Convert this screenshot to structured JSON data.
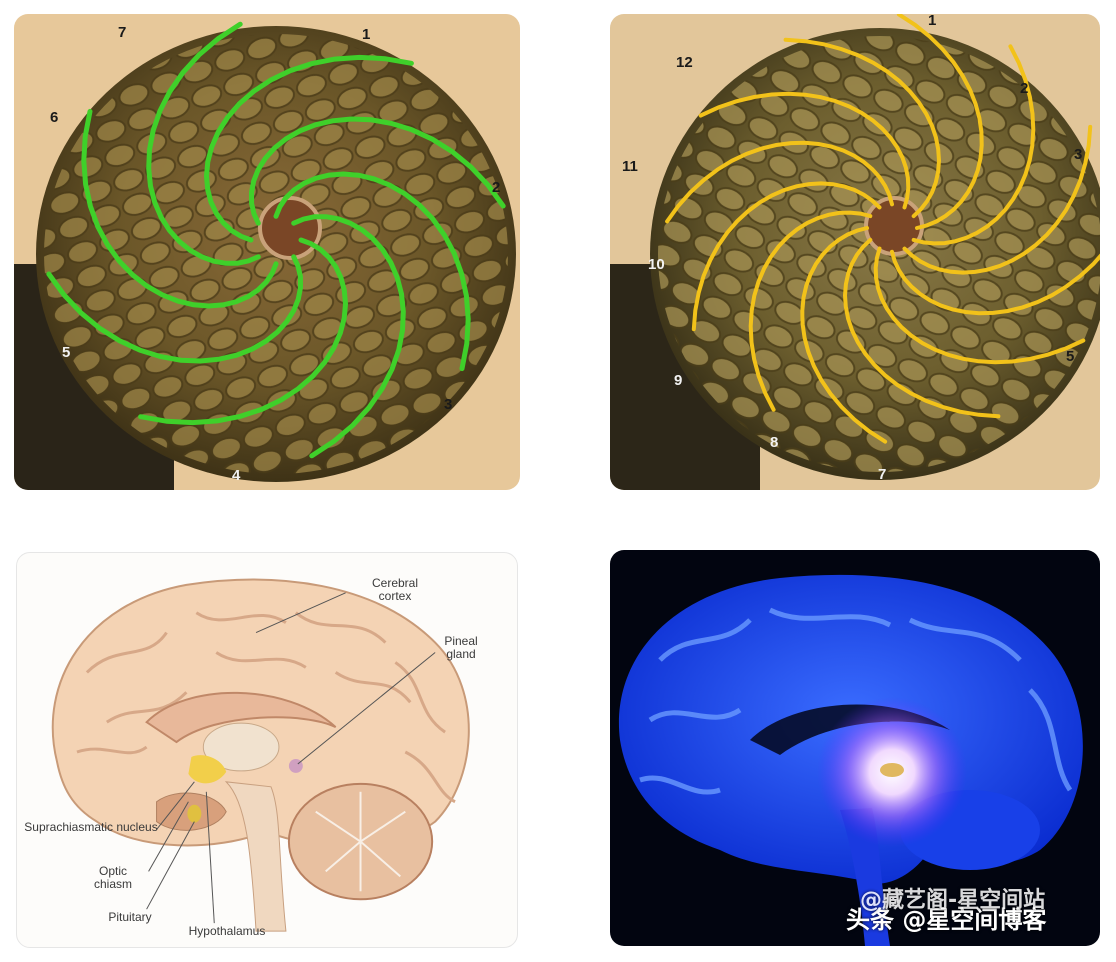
{
  "pinecone_left": {
    "spiral_color": "#3fd02a",
    "numbers": [
      "1",
      "2",
      "3",
      "4",
      "5",
      "6",
      "7"
    ]
  },
  "pinecone_right": {
    "spiral_color": "#f2c21a",
    "numbers": [
      "1",
      "2",
      "3",
      "5",
      "7",
      "8",
      "9",
      "10",
      "11",
      "12"
    ]
  },
  "brain_diagram": {
    "labels": {
      "cerebral_cortex": "Cerebral cortex",
      "pineal_gland": "Pineal gland",
      "suprachiasmatic": "Suprachiasmatic nucleus",
      "optic_chiasm": "Optic chiasm",
      "pituitary": "Pituitary",
      "hypothalamus": "Hypothalamus"
    }
  },
  "glowing_brain": {
    "brain_color": "#1a4cff",
    "glow_color": "#ffffff"
  },
  "watermark": {
    "line1": "@藏艺阁-星空间站",
    "line2": "头条 @星空间博客"
  }
}
